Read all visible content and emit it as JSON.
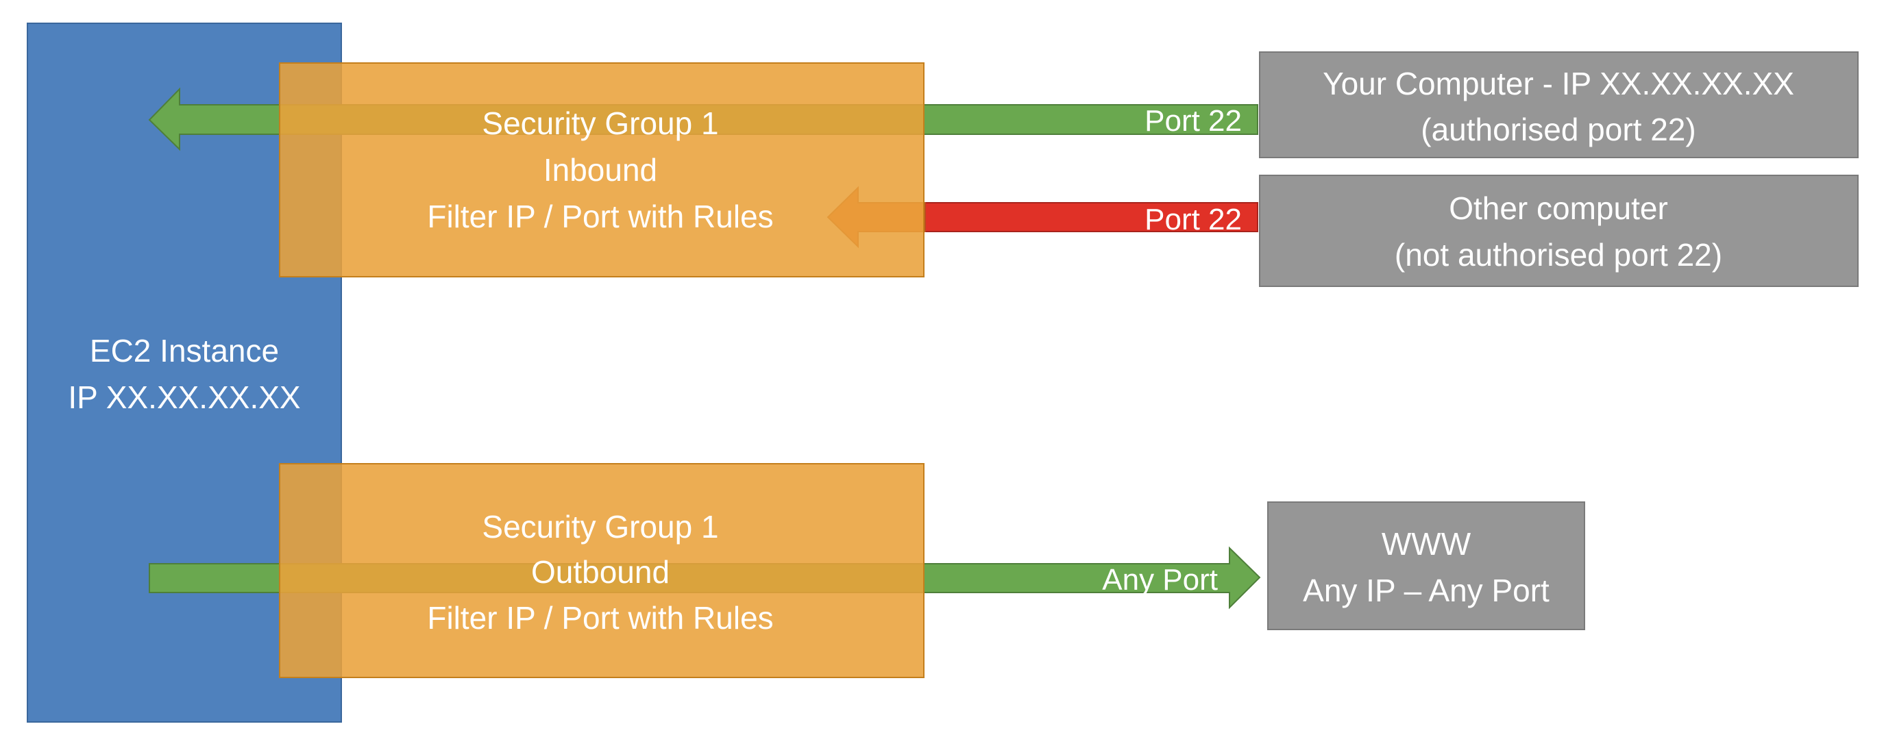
{
  "ec2": {
    "line1": "EC2 Instance",
    "line2": "IP XX.XX.XX.XX"
  },
  "sg_inbound": {
    "line1": "Security Group 1",
    "line2": "Inbound",
    "line3": "Filter IP / Port with Rules"
  },
  "sg_outbound": {
    "line1": "Security Group 1",
    "line2": "Outbound",
    "line3": "Filter IP / Port with Rules"
  },
  "your_computer": {
    "line1": "Your Computer - IP XX.XX.XX.XX",
    "line2": "(authorised port 22)"
  },
  "other_computer": {
    "line1": "Other computer",
    "line2": "(not authorised port 22)"
  },
  "www": {
    "line1": "WWW",
    "line2": "Any IP – Any Port"
  },
  "arrows": {
    "allowed_label": "Port 22",
    "blocked_label": "Port 22",
    "outbound_label": "Any Port"
  },
  "colors": {
    "ec2": "#4f81bd",
    "security_group": "#e9a23b",
    "computer_box": "#969696",
    "arrow_allowed": "#6aa84f",
    "arrow_blocked": "#e03127",
    "arrow_blocked_head": "#e8672b"
  }
}
